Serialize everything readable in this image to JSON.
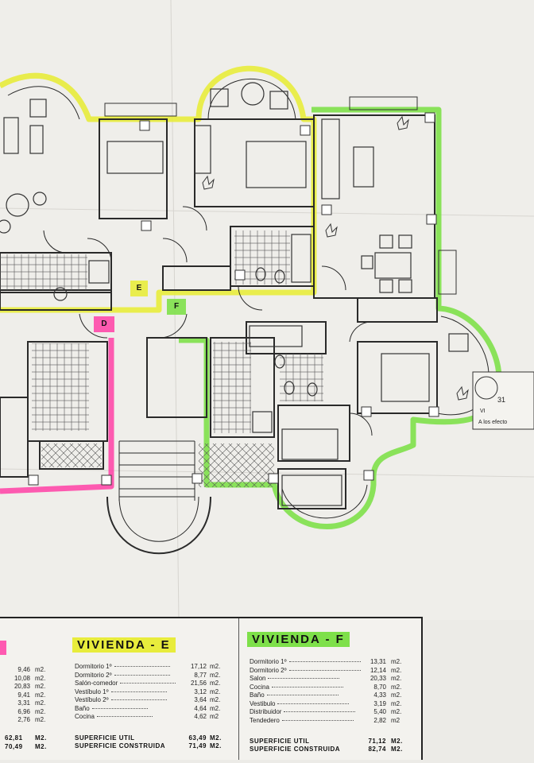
{
  "plan_labels": {
    "unit_e": "E",
    "unit_f": "F",
    "unit_d": "D"
  },
  "stamp": {
    "line1": "31",
    "line2": "VI",
    "line3": "A los efecto"
  },
  "colors": {
    "yellow_outline": "#e8ec3c",
    "green_outline": "#7ee04a",
    "pink_outline": "#ff3fa6",
    "wall": "#2a2a2a"
  },
  "table": {
    "col_d": {
      "values": [
        "9,46",
        "10,08",
        "20,83",
        "9,41",
        "3,31",
        "6,96",
        "2,76"
      ],
      "units": [
        "m2.",
        "m2.",
        "m2.",
        "m2.",
        "m2.",
        "m2.",
        "m2."
      ],
      "total_util": "62,81",
      "total_construida": "70,49",
      "total_unit": "M2.",
      "total_unit_2": "M2."
    },
    "col_e": {
      "title": "VIVIENDA - E",
      "rows": [
        {
          "label": "Dormitorio 1º",
          "value": "17,12",
          "unit": "m2."
        },
        {
          "label": "Dormitorio 2º",
          "value": "8,77",
          "unit": "m2."
        },
        {
          "label": "Salón-comedor",
          "value": "21,56",
          "unit": "m2."
        },
        {
          "label": "Vestíbulo 1º",
          "value": "3,12",
          "unit": "m2."
        },
        {
          "label": "Vestíbulo 2º",
          "value": "3,64",
          "unit": "m2."
        },
        {
          "label": "Baño",
          "value": "4,64",
          "unit": "m2."
        },
        {
          "label": "Cocina",
          "value": "4,62",
          "unit": "m2"
        }
      ],
      "total_util_label": "SUPERFICIE UTIL",
      "total_util_value": "63,49",
      "total_util_unit": "M2.",
      "total_construida_label": "SUPERFICIE CONSTRUIDA",
      "total_construida_value": "71,49",
      "total_construida_unit": "M2."
    },
    "col_f": {
      "title": "VIVIENDA - F",
      "rows": [
        {
          "label": "Dormitorio 1º",
          "value": "13,31",
          "unit": "m2."
        },
        {
          "label": "Dormitorio 2º",
          "value": "12,14",
          "unit": "m2."
        },
        {
          "label": "Salon",
          "value": "20,33",
          "unit": "m2."
        },
        {
          "label": "Cocina",
          "value": "8,70",
          "unit": "m2."
        },
        {
          "label": "Baño",
          "value": "4,33",
          "unit": "m2."
        },
        {
          "label": "Vestibulo",
          "value": "3,19",
          "unit": "m2."
        },
        {
          "label": "Distribuidor",
          "value": "5,40",
          "unit": "m2."
        },
        {
          "label": "Tendedero",
          "value": "2,82",
          "unit": "m2"
        }
      ],
      "total_util_label": "SUPERFICIE UTIL",
      "total_util_value": "71,12",
      "total_util_unit": "M2.",
      "total_construida_label": "SUPERFICIE CONSTRUIDA",
      "total_construida_value": "82,74",
      "total_construida_unit": "M2."
    }
  }
}
